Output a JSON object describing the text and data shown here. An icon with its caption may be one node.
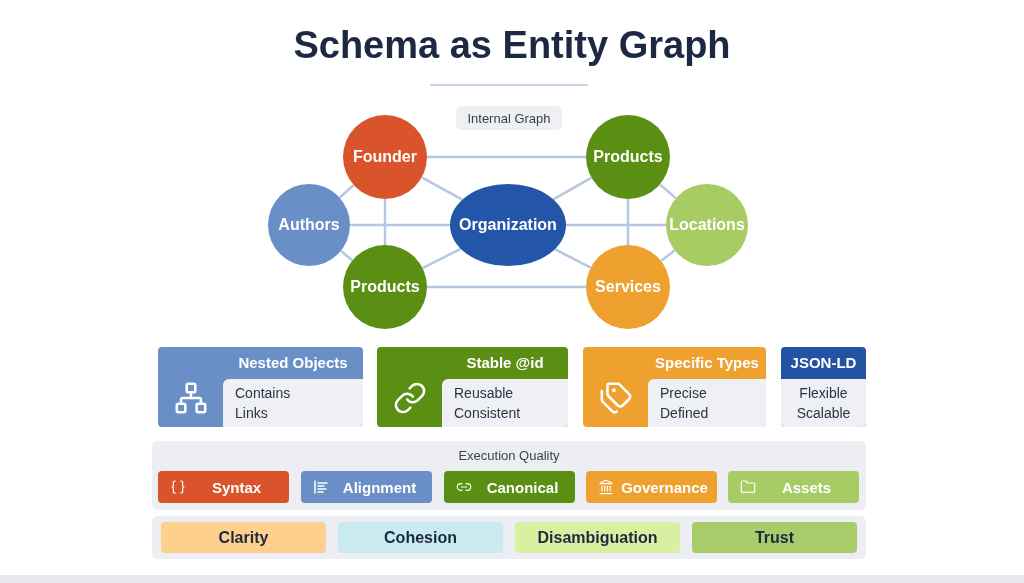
{
  "diagram": {
    "title": "Schema as Entity Graph",
    "nodes": [
      {
        "text": [
          "Internal Graph"
        ]
      },
      {
        "text": [
          "Founder"
        ]
      },
      {
        "text": [
          "Products"
        ]
      },
      {
        "text": [
          "Authors"
        ]
      },
      {
        "text": [
          "Organization"
        ]
      },
      {
        "text": [
          "Locations"
        ]
      },
      {
        "text": [
          "Products"
        ]
      },
      {
        "text": [
          "Services"
        ]
      },
      {
        "text": [
          "Nested Objects"
        ]
      },
      {
        "text": [
          "Contains Links"
        ],
        "in": 8
      },
      {
        "text": [
          "Stable @id"
        ]
      },
      {
        "text": [
          "Reusable Consistent"
        ],
        "in": 10
      },
      {
        "text": [
          "Specific Types"
        ]
      },
      {
        "text": [
          "Precise Defined"
        ],
        "in": 12
      },
      {
        "text": [
          "JSON-LD"
        ]
      },
      {
        "text": [
          "Flexible Scalable"
        ],
        "in": 14
      },
      {
        "text": [
          "Execution Quality"
        ]
      },
      {
        "text": [
          "Syntax"
        ],
        "in": 16
      },
      {
        "text": [
          "Alignment"
        ],
        "in": 16
      },
      {
        "text": [
          "Canonical"
        ],
        "in": 16
      },
      {
        "text": [
          "Governance"
        ],
        "in": 16
      },
      {
        "text": [
          "Assets"
        ],
        "in": 16
      },
      {
        "text": [],
        "shape": "box"
      },
      {
        "text": [
          "Clarity"
        ],
        "in": 22
      },
      {
        "text": [
          "Cohesion"
        ],
        "in": 22
      },
      {
        "text": [
          "Disambiguation"
        ],
        "in": 22
      },
      {
        "text": [
          "Trust"
        ],
        "in": 22
      }
    ],
    "edges": [
      {
        "from": 1,
        "to": 2,
        "arrow": "none"
      },
      {
        "from": 1,
        "to": 3,
        "arrow": "none"
      },
      {
        "from": 1,
        "to": 4,
        "arrow": "none"
      },
      {
        "from": 1,
        "to": 6,
        "arrow": "none"
      },
      {
        "from": 3,
        "to": 4,
        "arrow": "none"
      },
      {
        "from": 3,
        "to": 6,
        "arrow": "none"
      },
      {
        "from": 6,
        "to": 4,
        "arrow": "none"
      },
      {
        "from": 6,
        "to": 7,
        "arrow": "none"
      },
      {
        "from": 2,
        "to": 4,
        "arrow": "none"
      },
      {
        "from": 2,
        "to": 5,
        "arrow": "none"
      },
      {
        "from": 2,
        "to": 7,
        "arrow": "none"
      },
      {
        "from": 4,
        "to": 5,
        "arrow": "none"
      },
      {
        "from": 4,
        "to": 7,
        "arrow": "none"
      },
      {
        "from": 7,
        "to": 5,
        "arrow": "none"
      }
    ]
  }
}
